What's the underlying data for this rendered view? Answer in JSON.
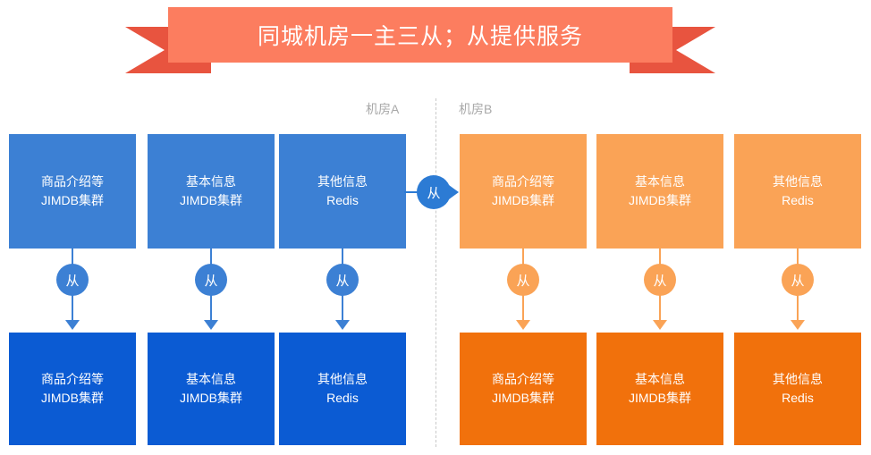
{
  "banner": {
    "title": "同城机房一主三从；从提供服务",
    "body_color": "#FC7D5F",
    "tail_color": "#E8543F"
  },
  "rooms": {
    "room_a_label": "机房A",
    "room_b_label": "机房B"
  },
  "colors": {
    "blue_light": "#3C80D4",
    "blue_dark": "#0B5BD3",
    "orange_light": "#FAA356",
    "orange_dark": "#F1710C",
    "divider": "#c9c9c9",
    "label_text": "#a8a8a8"
  },
  "nodes": {
    "room_a_top": [
      {
        "line1": "商品介绍等",
        "line2": "JIMDB集群"
      },
      {
        "line1": "基本信息",
        "line2": "JIMDB集群"
      },
      {
        "line1": "其他信息",
        "line2": "Redis"
      }
    ],
    "room_a_bottom": [
      {
        "line1": "商品介绍等",
        "line2": "JIMDB集群"
      },
      {
        "line1": "基本信息",
        "line2": "JIMDB集群"
      },
      {
        "line1": "其他信息",
        "line2": "Redis"
      }
    ],
    "room_b_top": [
      {
        "line1": "商品介绍等",
        "line2": "JIMDB集群"
      },
      {
        "line1": "基本信息",
        "line2": "JIMDB集群"
      },
      {
        "line1": "其他信息",
        "line2": "Redis"
      }
    ],
    "room_b_bottom": [
      {
        "line1": "商品介绍等",
        "line2": "JIMDB集群"
      },
      {
        "line1": "基本信息",
        "line2": "JIMDB集群"
      },
      {
        "line1": "其他信息",
        "line2": "Redis"
      }
    ]
  },
  "connectors": {
    "replica_label": "从",
    "vertical_a": [
      "从",
      "从",
      "从"
    ],
    "vertical_b": [
      "从",
      "从",
      "从"
    ],
    "horizontal": "从"
  }
}
